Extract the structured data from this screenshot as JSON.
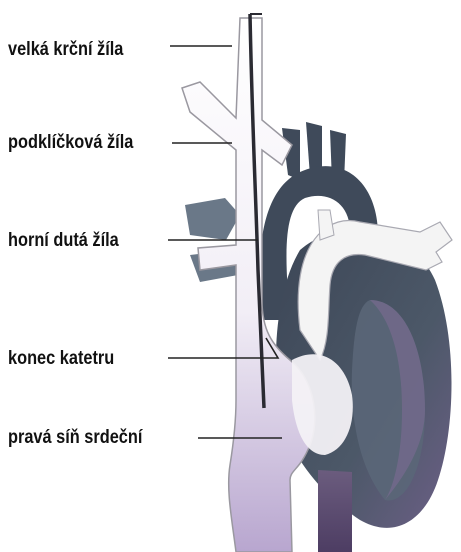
{
  "labels": {
    "jugular": "velká krční žíla",
    "subclavian": "podklíčková žíla",
    "svc": "horní dutá žíla",
    "catheter_tip": "konec katetru",
    "right_atrium": "pravá síň srdeční"
  },
  "colors": {
    "heart_dark": "#3f4a5a",
    "heart_mid": "#5b6878",
    "vessel_light": "#f4f4f4",
    "purple": "#b8a6cf",
    "line": "#222222"
  }
}
